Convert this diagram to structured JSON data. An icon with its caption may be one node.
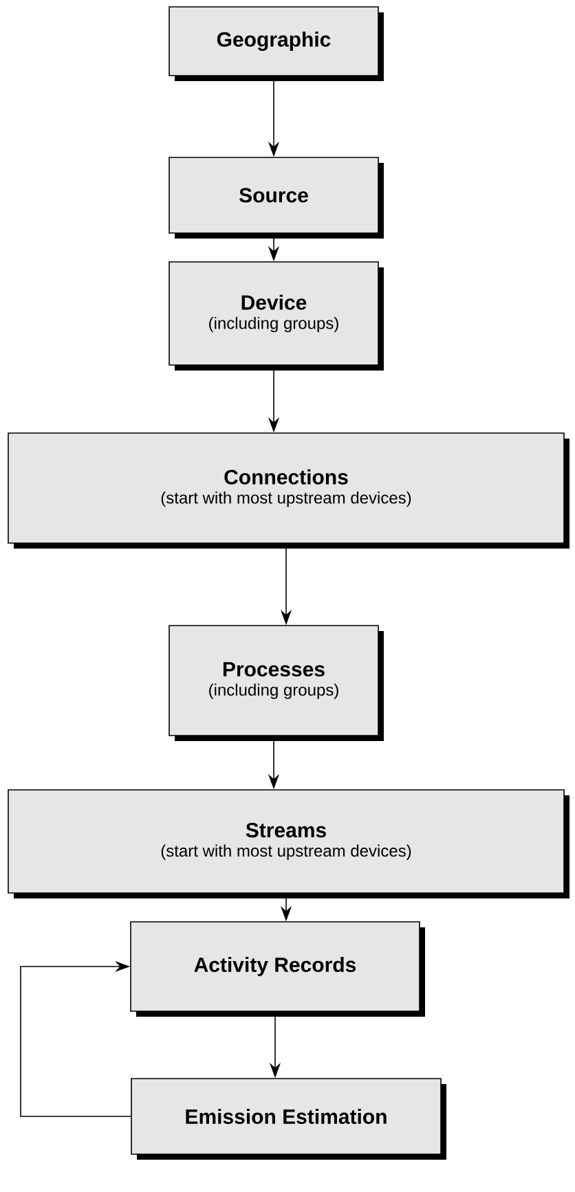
{
  "diagram": {
    "nodes": [
      {
        "text": [
          "Geographic"
        ]
      },
      {
        "text": [
          "Source"
        ]
      },
      {
        "text": [
          "Device",
          "(including groups)"
        ]
      },
      {
        "text": [
          "Connections",
          "(start with most upstream devices)"
        ]
      },
      {
        "text": [
          "Processes",
          "(including groups)"
        ]
      },
      {
        "text": [
          "Streams",
          "(start with most upstream devices)"
        ]
      },
      {
        "text": [
          "Activity Records"
        ]
      },
      {
        "text": [
          "Emission Estimation"
        ]
      }
    ],
    "edges": [
      {
        "from": 0,
        "to": 1,
        "arrow": "to"
      },
      {
        "from": 1,
        "to": 2,
        "arrow": "to"
      },
      {
        "from": 2,
        "to": 3,
        "arrow": "to"
      },
      {
        "from": 3,
        "to": 4,
        "arrow": "to"
      },
      {
        "from": 4,
        "to": 5,
        "arrow": "to"
      },
      {
        "from": 5,
        "to": 6,
        "arrow": "to"
      },
      {
        "from": 6,
        "to": 7,
        "arrow": "to"
      },
      {
        "from": 7,
        "to": 6,
        "arrow": "to"
      }
    ]
  }
}
